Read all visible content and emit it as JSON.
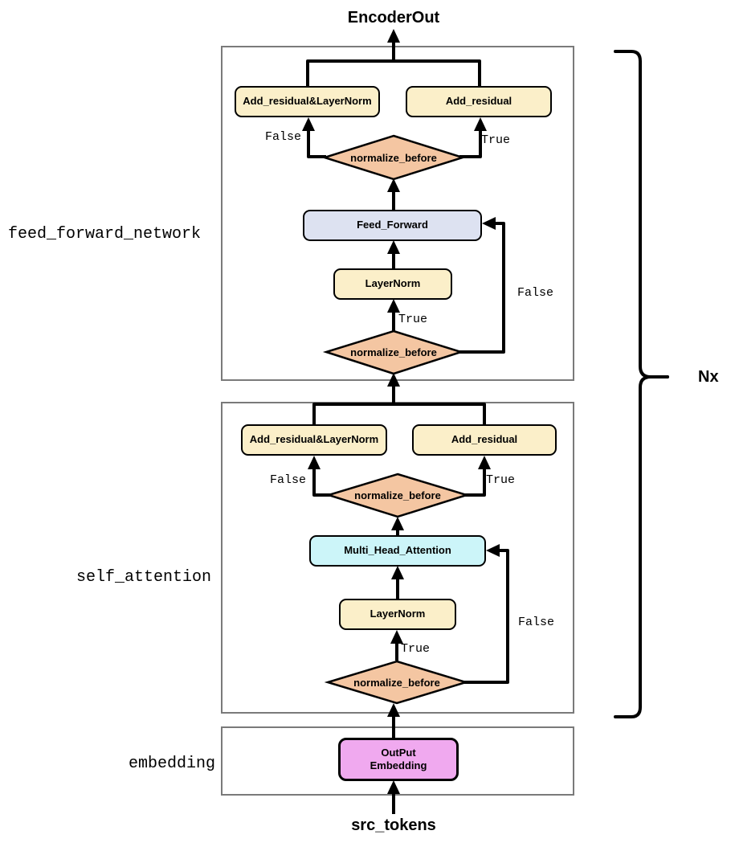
{
  "diagram": {
    "top_output_label": "EncoderOut",
    "bottom_input_label": "src_tokens",
    "repeat_bracket_label": "Nx"
  },
  "feed_forward_network": {
    "section_label": "feed_forward_network",
    "add_residual_layernorm_label": "Add_residual&LayerNorm",
    "add_residual_label": "Add_residual",
    "branch_false_label": "False",
    "branch_true_label": "True",
    "normalize_before_top_label": "normalize_before",
    "feed_forward_label": "Feed_Forward",
    "layernorm_label": "LayerNorm",
    "pre_true_label": "True",
    "loop_false_label": "False",
    "normalize_before_bottom_label": "normalize_before"
  },
  "self_attention": {
    "section_label": "self_attention",
    "add_residual_layernorm_label": "Add_residual&LayerNorm",
    "add_residual_label": "Add_residual",
    "branch_false_label": "False",
    "branch_true_label": "True",
    "normalize_before_top_label": "normalize_before",
    "multi_head_attention_label": "Multi_Head_Attention",
    "layernorm_label": "LayerNorm",
    "pre_true_label": "True",
    "loop_false_label": "False",
    "normalize_before_bottom_label": "normalize_before"
  },
  "embedding": {
    "section_label": "embedding",
    "output_embedding_line1": "OutPut",
    "output_embedding_line2": "Embedding"
  },
  "colors": {
    "cream": "#FBEFC9",
    "salmon": "#F4C6A2",
    "lavender": "#DDE2F1",
    "cyan": "#CCF5F9",
    "pink": "#F0A9EF",
    "line": "#000000",
    "section_border": "#7A7A7A"
  }
}
